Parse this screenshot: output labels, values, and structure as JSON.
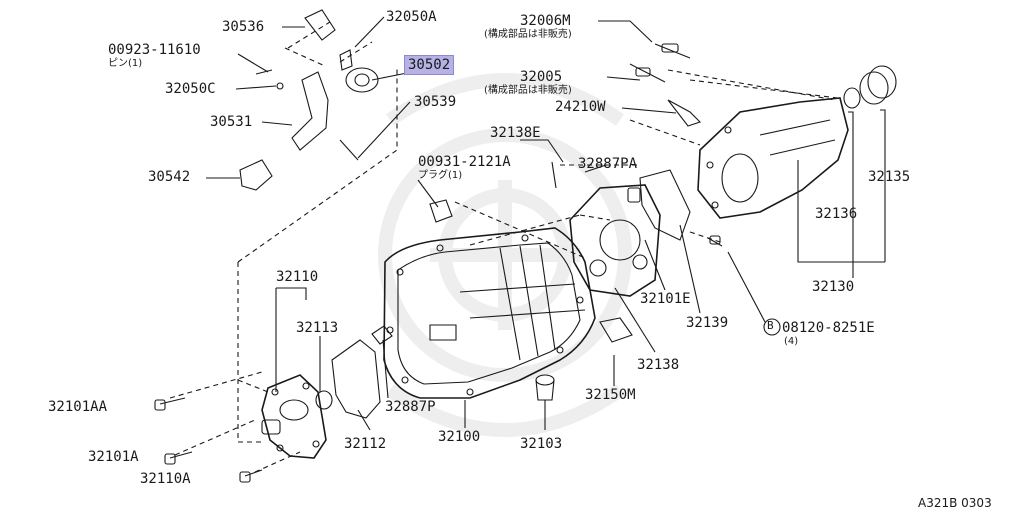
{
  "diagram_code": "A321B 0303",
  "callouts": {
    "c30536": "30536",
    "c32050A": "32050A",
    "c00923": "00923-11610",
    "c00923_note": "ピン(1)",
    "c30502": "30502",
    "c32050C": "32050C",
    "c30539": "30539",
    "c30531": "30531",
    "c30542": "30542",
    "c32006M": "32006M",
    "c32006M_note": "(構成部品は非販売)",
    "c32005": "32005",
    "c32005_note": "(構成部品は非販売)",
    "c24210W": "24210W",
    "c32138E": "32138E",
    "c00931": "00931-2121A",
    "c00931_note": "プラグ(1)",
    "c32887PA": "32887PA",
    "c32135": "32135",
    "c32136": "32136",
    "c32130": "32130",
    "c32110": "32110",
    "c32113": "32113",
    "c32101E": "32101E",
    "c32139": "32139",
    "c08120": "08120-8251E",
    "c08120_note": "(4)",
    "bolt_badge": "B",
    "c32138": "32138",
    "c32150M": "32150M",
    "c32101AA": "32101AA",
    "c32887P": "32887P",
    "c32112": "32112",
    "c32100": "32100",
    "c32103": "32103",
    "c32101A": "32101A",
    "c32110A": "32110A"
  },
  "highlighted_part": "30502",
  "colors": {
    "ink": "#1a1a1a",
    "highlight": "#b6b2e6",
    "watermark": "#efefef"
  }
}
